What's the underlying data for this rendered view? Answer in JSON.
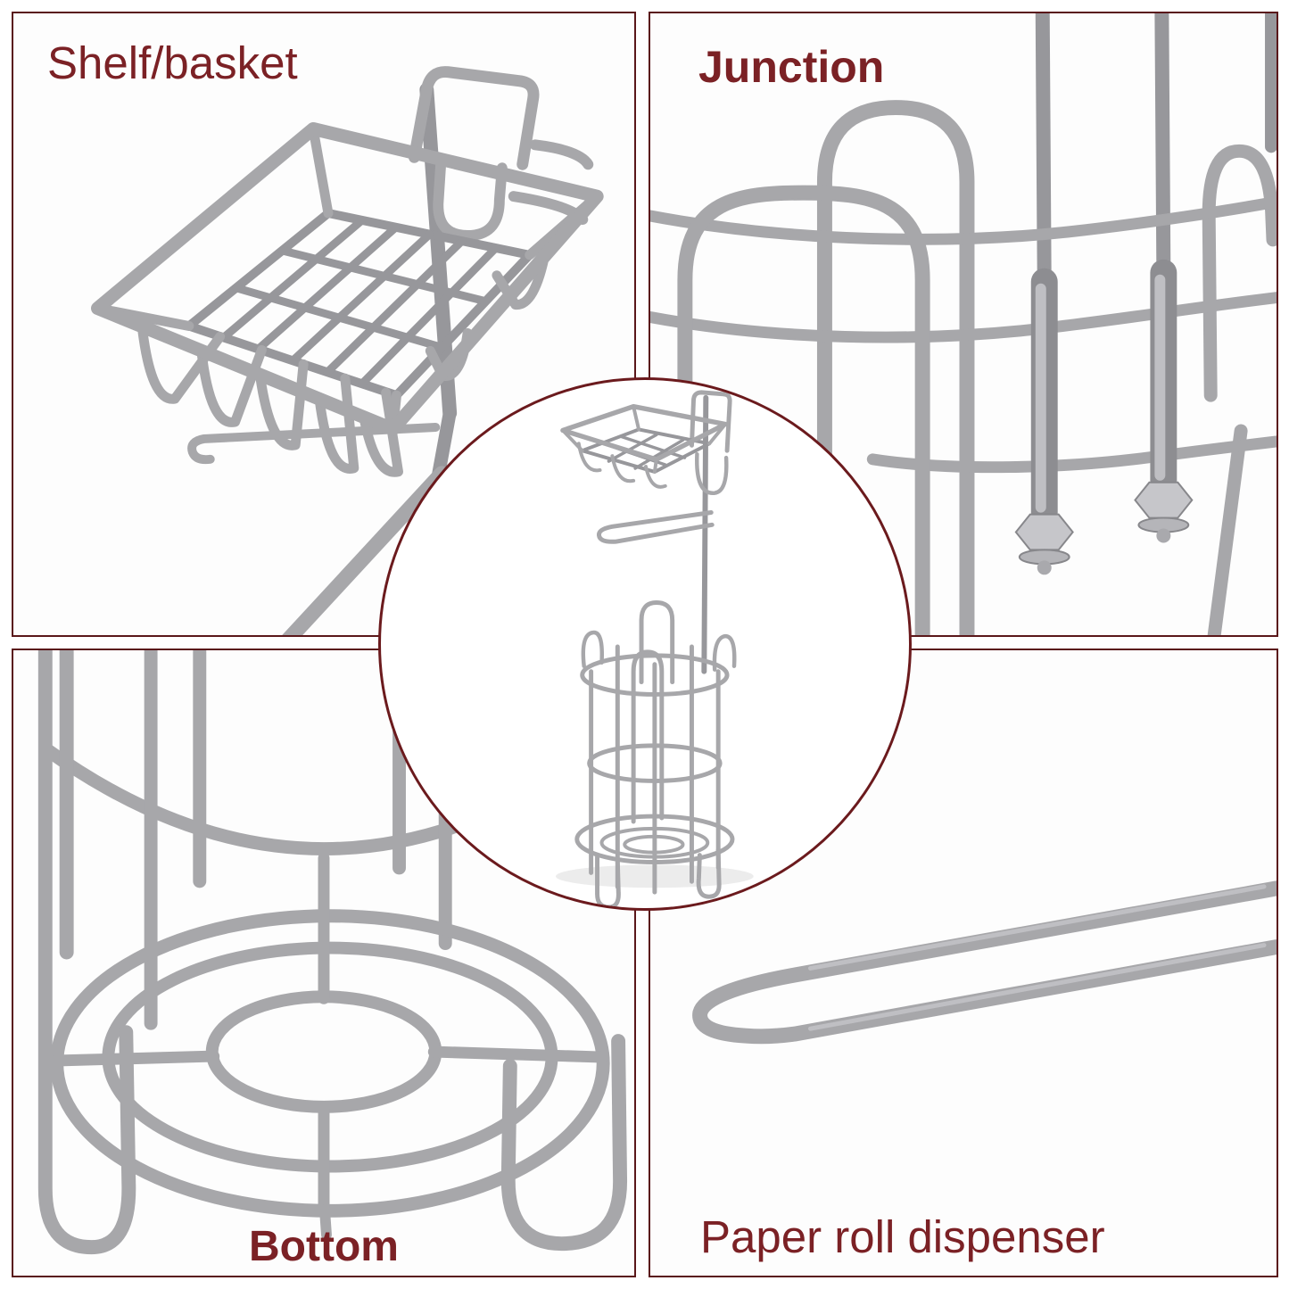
{
  "collage": {
    "type": "product-feature-collage",
    "panels": [
      {
        "id": "shelf-basket",
        "label": "Shelf/basket"
      },
      {
        "id": "junction",
        "label": "Junction"
      },
      {
        "id": "bottom",
        "label": "Bottom"
      },
      {
        "id": "paper-roll-dispenser",
        "label": "Paper roll dispenser"
      }
    ],
    "center_inset": {
      "shape": "circle",
      "content": "full product photo"
    },
    "colors": {
      "panel_border": "#5a171a",
      "label_text": "#7b2125",
      "circle_border": "#6b1a1d",
      "wire_gray": "#a7a7aa",
      "background": "#ffffff"
    }
  }
}
